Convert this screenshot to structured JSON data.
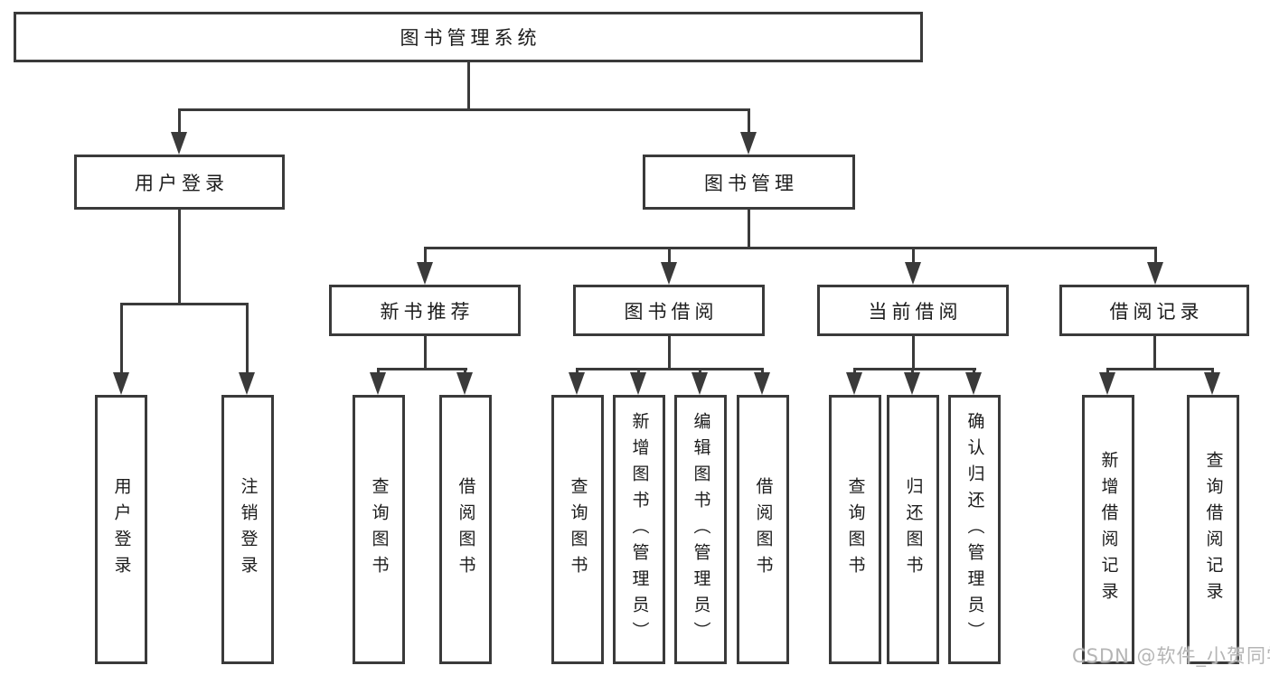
{
  "diagram": {
    "root": {
      "label": "图书管理系统"
    },
    "level2": [
      {
        "label": "用户登录"
      },
      {
        "label": "图书管理"
      }
    ],
    "level3": [
      {
        "label": "新书推荐"
      },
      {
        "label": "图书借阅"
      },
      {
        "label": "当前借阅"
      },
      {
        "label": "借阅记录"
      }
    ],
    "leaves": {
      "user_login": [
        {
          "label": "用户登录"
        },
        {
          "label": "注销登录"
        }
      ],
      "new_book": [
        {
          "label": "查询图书"
        },
        {
          "label": "借阅图书"
        }
      ],
      "borrow": [
        {
          "label": "查询图书"
        },
        {
          "label": "新增图书（管理员）"
        },
        {
          "label": "编辑图书（管理员）"
        },
        {
          "label": "借阅图书"
        }
      ],
      "current": [
        {
          "label": "查询图书"
        },
        {
          "label": "归还图书"
        },
        {
          "label": "确认归还（管理员）"
        }
      ],
      "records": [
        {
          "label": "新增借阅记录"
        },
        {
          "label": "查询借阅记录"
        }
      ]
    }
  },
  "watermark": {
    "text": "CSDN @软件_小贺同学"
  },
  "colors": {
    "line": "#3a3a3a",
    "text": "#1c1c1c",
    "background": "#ffffff",
    "watermark": "#b5b5b5"
  }
}
